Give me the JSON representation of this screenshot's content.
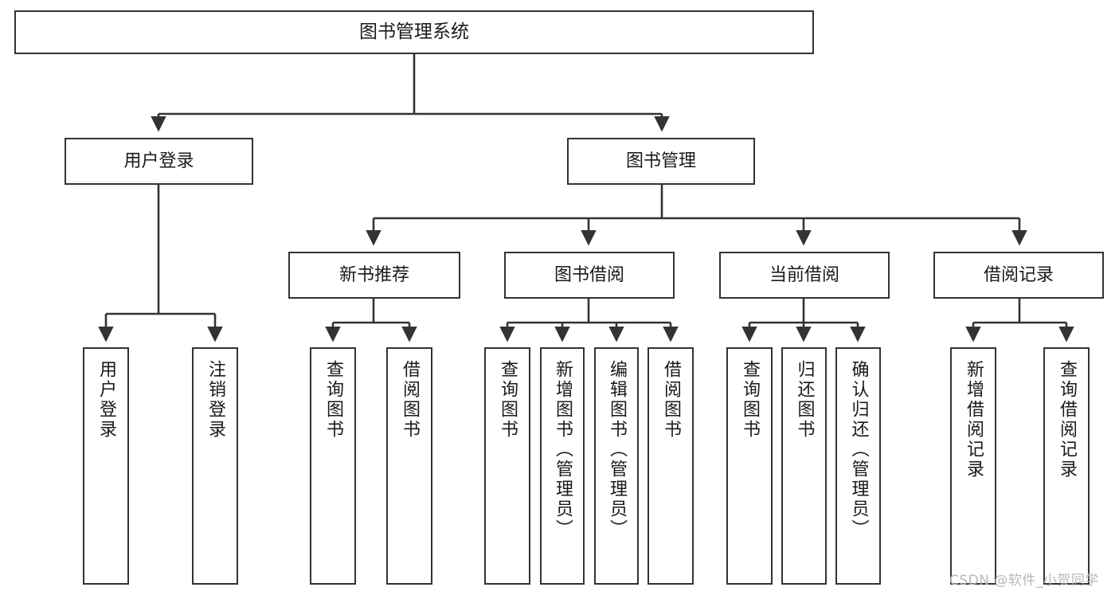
{
  "diagram": {
    "kind": "tree-hierarchy-chart",
    "title": "图书管理系统",
    "background_color": "#ffffff",
    "box_border_color": "#333333",
    "edge_color": "#333333",
    "text_color": "#1a1a1a"
  },
  "nodes": {
    "root": {
      "label": "图书管理系统"
    },
    "level2": {
      "user_login": {
        "label": "用户登录"
      },
      "book_manage": {
        "label": "图书管理"
      }
    },
    "level3": {
      "new_book_recommend": {
        "label": "新书推荐"
      },
      "book_borrow": {
        "label": "图书借阅"
      },
      "current_borrow": {
        "label": "当前借阅"
      },
      "borrow_record": {
        "label": "借阅记录"
      }
    },
    "leaves": {
      "user_login_children": [
        {
          "label": "用户登录"
        },
        {
          "label": "注销登录"
        }
      ],
      "new_book_recommend_children": [
        {
          "label": "查询图书"
        },
        {
          "label": "借阅图书"
        }
      ],
      "book_borrow_children": [
        {
          "label": "查询图书"
        },
        {
          "label": "新增图书（管理员）"
        },
        {
          "label": "编辑图书（管理员）"
        },
        {
          "label": "借阅图书"
        }
      ],
      "current_borrow_children": [
        {
          "label": "查询图书"
        },
        {
          "label": "归还图书"
        },
        {
          "label": "确认归还（管理员）"
        }
      ],
      "borrow_record_children": [
        {
          "label": "新增借阅记录"
        },
        {
          "label": "查询借阅记录"
        }
      ]
    }
  },
  "watermark": {
    "text": "CSDN @软件_小贺同学"
  }
}
